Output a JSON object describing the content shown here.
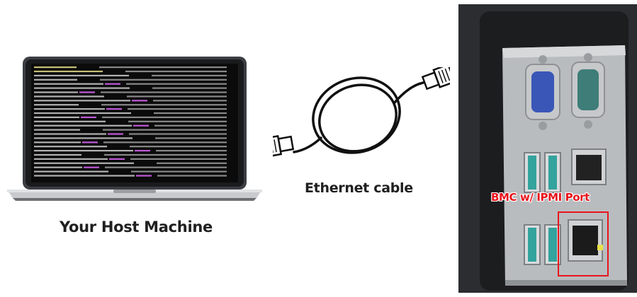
{
  "labels": {
    "host_machine": "Your Host Machine",
    "ethernet_cable": "Ethernet cable",
    "bmc_port": "BMC w/ IPMI Port"
  },
  "icons": [
    "laptop-icon",
    "ethernet-cable-icon",
    "server-back-panel-photo"
  ],
  "colors": {
    "label_text": "#1f1f1f",
    "highlight": "#e8141b",
    "panel": "#27292b",
    "terminal_bg": "#0b0b0b",
    "terminal_accent": "#c05ad8"
  }
}
